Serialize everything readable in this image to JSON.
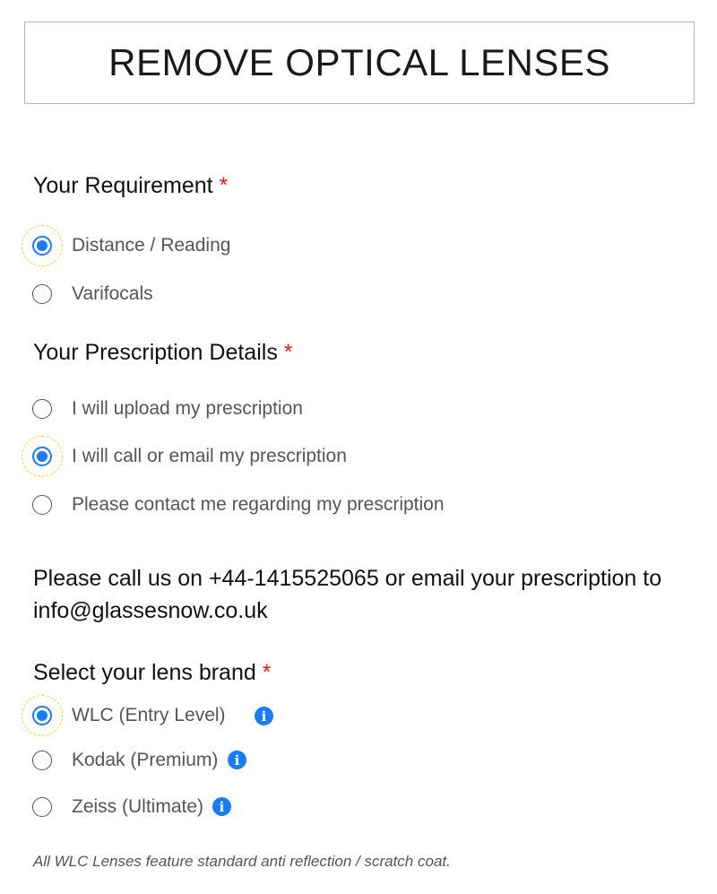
{
  "title": "REMOVE OPTICAL LENSES",
  "requirement": {
    "heading": "Your Requirement",
    "required_mark": "*",
    "options": [
      {
        "label": "Distance / Reading",
        "checked": true
      },
      {
        "label": "Varifocals",
        "checked": false
      }
    ]
  },
  "prescription": {
    "heading": "Your Prescription Details",
    "required_mark": "*",
    "options": [
      {
        "label": "I will upload my prescription",
        "checked": false
      },
      {
        "label": "I will call or email my prescription",
        "checked": true
      },
      {
        "label": "Please contact me regarding my prescription",
        "checked": false
      }
    ]
  },
  "contact_message": "Please call us on +44-1415525065 or email your prescription to info@glassesnow.co.uk",
  "lens_brand": {
    "heading": "Select your lens brand",
    "required_mark": "*",
    "options": [
      {
        "label": "WLC (Entry Level)",
        "checked": true,
        "info_icon": "i"
      },
      {
        "label": "Kodak (Premium)",
        "checked": false,
        "info_icon": "i"
      },
      {
        "label": "Zeiss (Ultimate)",
        "checked": false,
        "info_icon": "i"
      }
    ]
  },
  "note": "All WLC Lenses feature standard anti reflection / scratch coat.",
  "colors": {
    "accent": "#1a7cf5",
    "required": "#e0201b",
    "focus": "#f2d23a"
  }
}
